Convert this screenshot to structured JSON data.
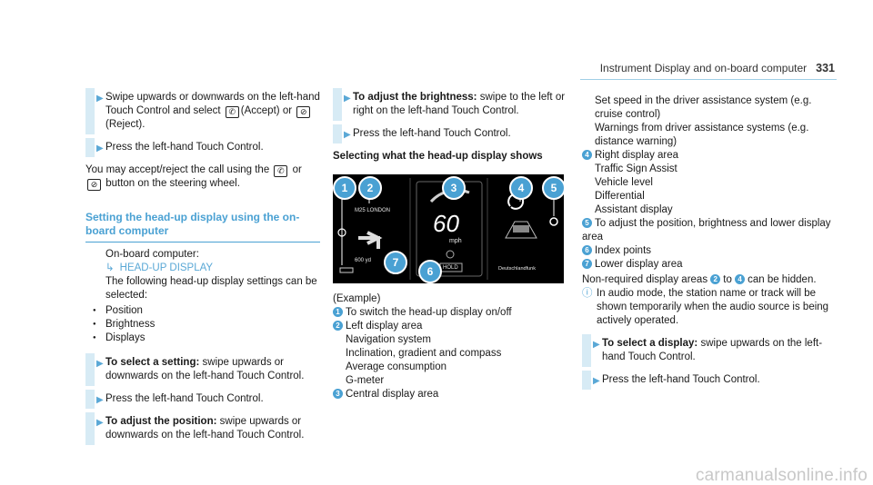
{
  "header": {
    "title": "Instrument Display and on-board computer",
    "page": "331"
  },
  "col1": {
    "step1_a": "Swipe upwards or downwards on the left-hand Touch Control and select",
    "accept": "(Accept)",
    "or": "or",
    "reject": "(Reject).",
    "step2": "Press the left-hand Touch Control.",
    "note_a": "You may accept/reject the call using the",
    "note_or": "or",
    "note_b": "button on the steering wheel.",
    "section_title": "Setting the head-up display using the on-board computer",
    "onboard": "On-board computer:",
    "menu": "HEAD-UP DISPLAY",
    "intro": "The following head-up display settings can be selected:",
    "bullets": [
      "Position",
      "Brightness",
      "Displays"
    ],
    "s3_bold": "To select a setting:",
    "s3_text": "swipe upwards or downwards on the left-hand Touch Control.",
    "s4": "Press the left-hand Touch Control.",
    "s5_bold": "To adjust the position:",
    "s5_text": "swipe upwards or downwards on the left-hand Touch Control."
  },
  "col2": {
    "s1_bold": "To adjust the brightness:",
    "s1_text": "swipe to the left or right on the left-hand Touch Control.",
    "s2": "Press the left-hand Touch Control.",
    "heading": "Selecting what the head-up display shows",
    "hud": {
      "callouts": [
        "1",
        "2",
        "3",
        "4",
        "5",
        "6",
        "7"
      ],
      "street": "M25 LONDON",
      "distance": "600 yd",
      "speed": "60",
      "unit": "mph",
      "hold": "HOLD",
      "radio": "Deutschlandfunk"
    },
    "example": "(Example)",
    "items": [
      {
        "n": "1",
        "text": "To switch the head-up display on/off"
      },
      {
        "n": "2",
        "text": "Left display area"
      }
    ],
    "item2_sub": [
      "Navigation system",
      "Inclination, gradient and compass",
      "Average consumption",
      "G-meter"
    ],
    "item3": {
      "n": "3",
      "text": "Central display area"
    }
  },
  "col3": {
    "item3_sub": [
      "Set speed in the driver assistance system (e.g. cruise control)",
      "Warnings from driver assistance systems (e.g. distance warning)"
    ],
    "item4": {
      "n": "4",
      "text": "Right display area"
    },
    "item4_sub": [
      "Traffic Sign Assist",
      "Vehicle level",
      "Differential",
      "Assistant display"
    ],
    "item5": {
      "n": "5",
      "text": "To adjust the position, brightness and lower display area"
    },
    "item6": {
      "n": "6",
      "text": "Index points"
    },
    "item7": {
      "n": "7",
      "text": "Lower display area"
    },
    "nonreq_a": "Non-required display areas",
    "nonreq_n1": "2",
    "nonreq_to": "to",
    "nonreq_n2": "4",
    "nonreq_b": "can be hidden.",
    "info": "In audio mode, the station name or track will be shown temporarily when the audio source is being actively operated.",
    "s1_bold": "To select a display:",
    "s1_text": "swipe upwards on the left-hand Touch Control.",
    "s2": "Press the left-hand Touch Control."
  },
  "watermark": "carmanualsonline.info",
  "colors": {
    "accent": "#4aa1d3",
    "step_bar": "#d7ebf5"
  }
}
